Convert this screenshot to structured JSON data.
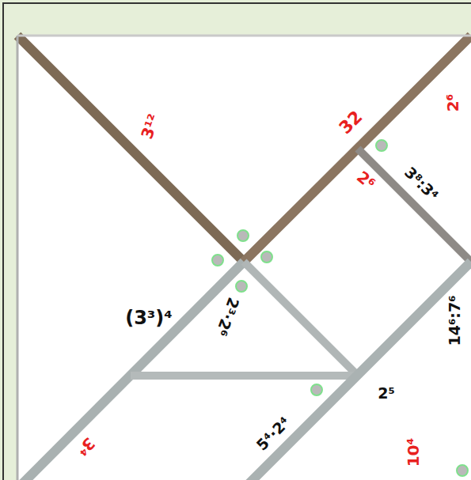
{
  "diagram": {
    "labels": [
      "3¹²",
      "32",
      "2⁶",
      "2⁶",
      "3⁸:3⁴",
      "(3³)⁴",
      "2³·2⁶",
      "2⁵",
      "14⁶:7⁶",
      "5⁴·2⁴",
      "3⁴",
      "10⁴"
    ]
  }
}
